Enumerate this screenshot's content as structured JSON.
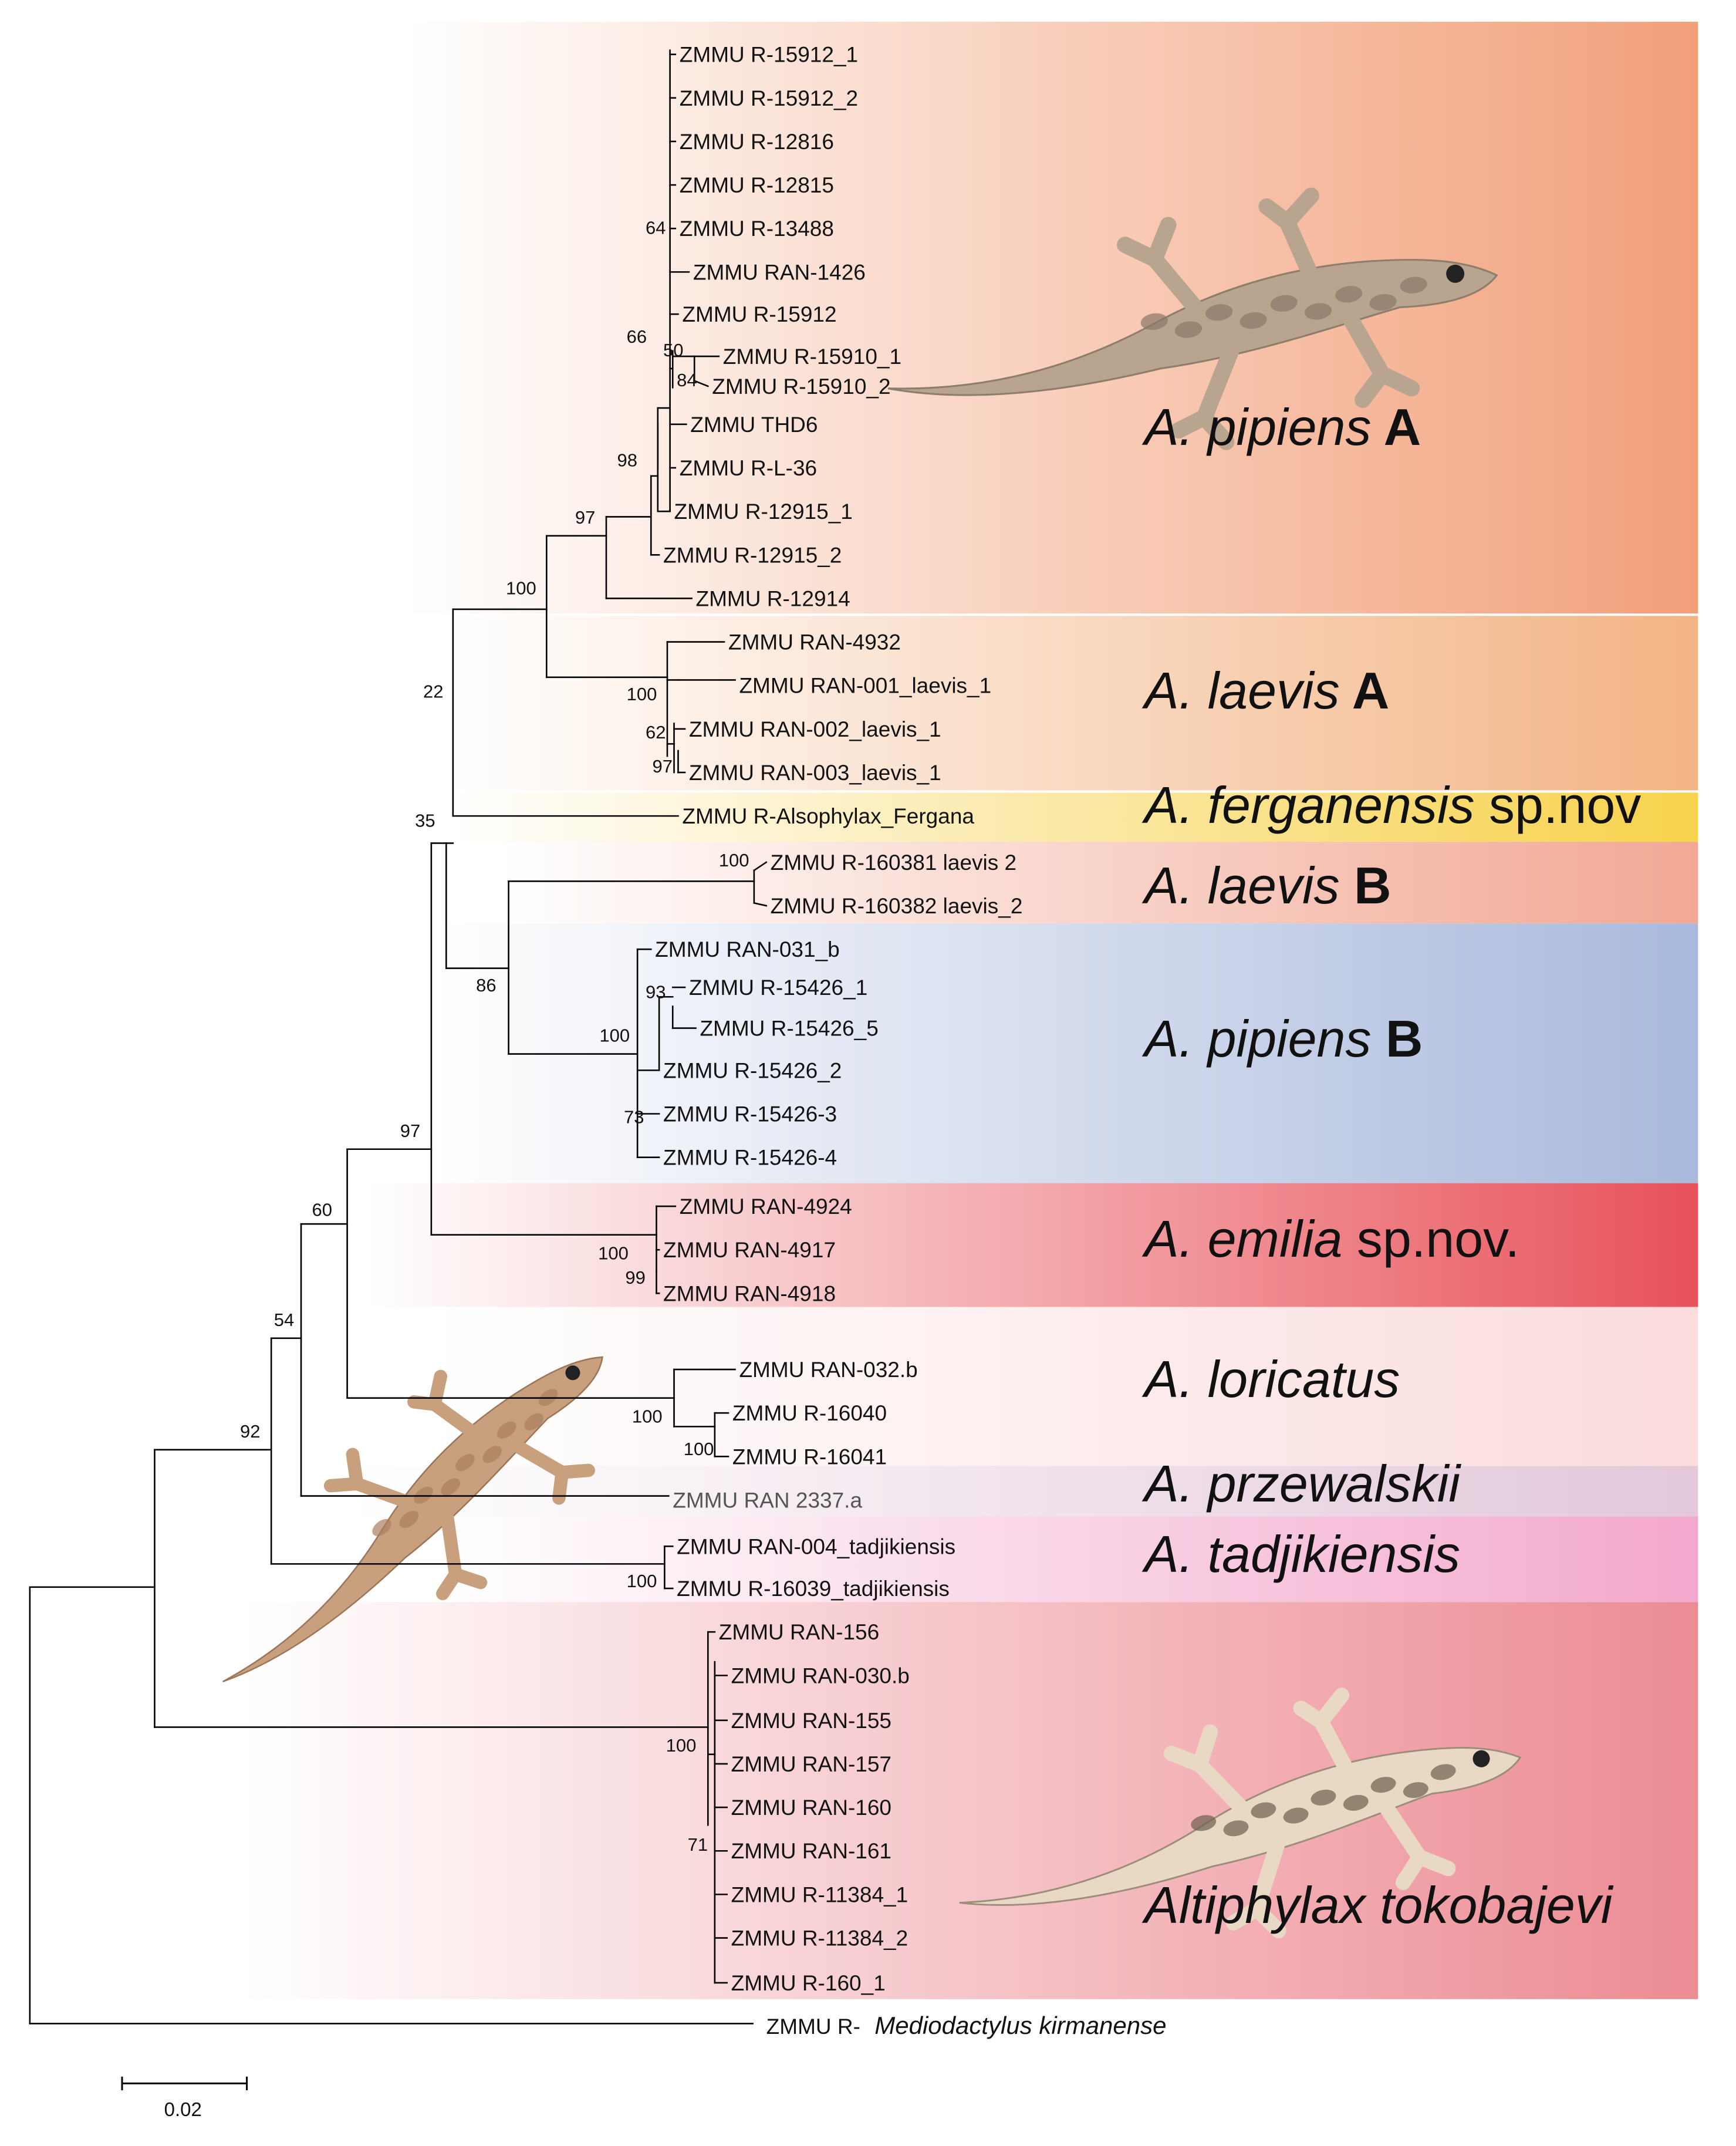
{
  "groups": [
    {
      "key": "pipA",
      "label": "A. pipiens",
      "suffix": "A",
      "suffix_bold": true,
      "color": "#f2a07a",
      "icon": "gecko-photo"
    },
    {
      "key": "laeA",
      "label": "A. laevis",
      "suffix": "A",
      "suffix_bold": true,
      "color": "#f3b485"
    },
    {
      "key": "ferg",
      "label": "A. ferganensis",
      "suffix": "sp.nov",
      "suffix_bold": false,
      "color": "#f7d24c"
    },
    {
      "key": "laeB",
      "label": "A. laevis",
      "suffix": "B",
      "suffix_bold": true,
      "color": "#f2a894"
    },
    {
      "key": "pipB",
      "label": "A. pipiens",
      "suffix": "B",
      "suffix_bold": true,
      "color": "#a9b9dc"
    },
    {
      "key": "emil",
      "label": "A. emilia",
      "suffix": "sp.nov.",
      "suffix_bold": false,
      "color": "#e8525a"
    },
    {
      "key": "lori",
      "label": "A. loricatus",
      "suffix": "",
      "suffix_bold": false,
      "color": "#fbdcdc",
      "icon": "gecko-photo"
    },
    {
      "key": "prze",
      "label": "A. przewalskii",
      "suffix": "",
      "suffix_bold": false,
      "color": "#e3c8da"
    },
    {
      "key": "tadj",
      "label": "A. tadjikiensis",
      "suffix": "",
      "suffix_bold": false,
      "color": "#f3a9cd"
    },
    {
      "key": "alti",
      "label": "Altiphylax tokobajevi",
      "suffix": "",
      "suffix_bold": false,
      "color": "#ec8b93",
      "icon": "gecko-photo"
    }
  ],
  "taxa": [
    "ZMMU R-15912_1",
    "ZMMU R-15912_2",
    "ZMMU R-12816",
    "ZMMU R-12815",
    "ZMMU R-13488",
    "ZMMU RAN-1426",
    "ZMMU R-15912",
    "ZMMU R-15910_1",
    "ZMMU R-15910_2",
    "ZMMU THD6",
    "ZMMU R-L-36",
    "ZMMU R-12915_1",
    "ZMMU R-12915_2",
    "ZMMU R-12914",
    "ZMMU RAN-4932",
    "ZMMU RAN-001_laevis_1",
    "ZMMU RAN-002_laevis_1",
    "ZMMU RAN-003_laevis_1",
    "ZMMU R-Alsophylax_Fergana",
    "ZMMU R-160381 laevis 2",
    "ZMMU R-160382 laevis_2",
    "ZMMU RAN-031_b",
    "ZMMU R-15426_1",
    "ZMMU R-15426_5",
    "ZMMU R-15426_2",
    "ZMMU R-15426-3",
    "ZMMU R-15426-4",
    "ZMMU RAN-4924",
    "ZMMU RAN-4917",
    "ZMMU RAN-4918",
    "ZMMU RAN-032.b",
    "ZMMU R-16040",
    "ZMMU R-16041",
    "ZMMU RAN 2337.a",
    "ZMMU RAN-004_tadjikiensis",
    "ZMMU R-16039_tadjikiensis",
    "ZMMU RAN-156",
    "ZMMU RAN-030.b",
    "ZMMU RAN-155",
    "ZMMU RAN-157",
    "ZMMU RAN-160",
    "ZMMU RAN-161",
    "ZMMU R-11384_1",
    "ZMMU R-11384_2",
    "ZMMU R-160_1"
  ],
  "outgroup": {
    "prefix": "ZMMU R-",
    "species": "Mediodactylus kirmanense"
  },
  "support_values": [
    "64",
    "50",
    "84",
    "66",
    "98",
    "97",
    "100",
    "22",
    "100",
    "62",
    "97",
    "35",
    "100",
    "93",
    "100",
    "73",
    "86",
    "97",
    "100",
    "99",
    "60",
    "100",
    "100",
    "54",
    "100",
    "92",
    "100",
    "71"
  ],
  "scale_bar": {
    "label": "0.02"
  }
}
